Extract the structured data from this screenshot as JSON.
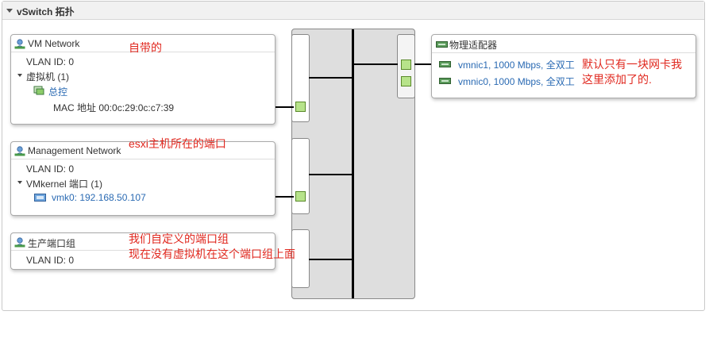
{
  "panel": {
    "title": "vSwitch 拓扑"
  },
  "port_groups": [
    {
      "name": "VM Network",
      "vlan": "VLAN ID: 0",
      "section": "虚拟机 (1)",
      "child": "总控",
      "detail": "MAC 地址 00:0c:29:0c:c7:39"
    },
    {
      "name": "Management Network",
      "vlan": "VLAN ID: 0",
      "section": "VMkernel 端口 (1)",
      "child": "vmk0: 192.168.50.107"
    },
    {
      "name": "生产端口组",
      "vlan": "VLAN ID: 0"
    }
  ],
  "physical_adapters": {
    "title": "物理适配器",
    "items": [
      "vmnic1, 1000 Mbps, 全双工",
      "vmnic0, 1000 Mbps, 全双工"
    ]
  },
  "annotations": {
    "vm_network": "自带的",
    "management": "esxi主机所在的端口",
    "production_line1": "我们自定义的端口组",
    "production_line2": "现在没有虚拟机在这个端口组上面",
    "nic_line1": "默认只有一块网卡我",
    "nic_line2": "这里添加了的."
  },
  "colors": {
    "annotation": "#e0281f",
    "link": "#2a6ab3",
    "port": "#b7e38a"
  }
}
